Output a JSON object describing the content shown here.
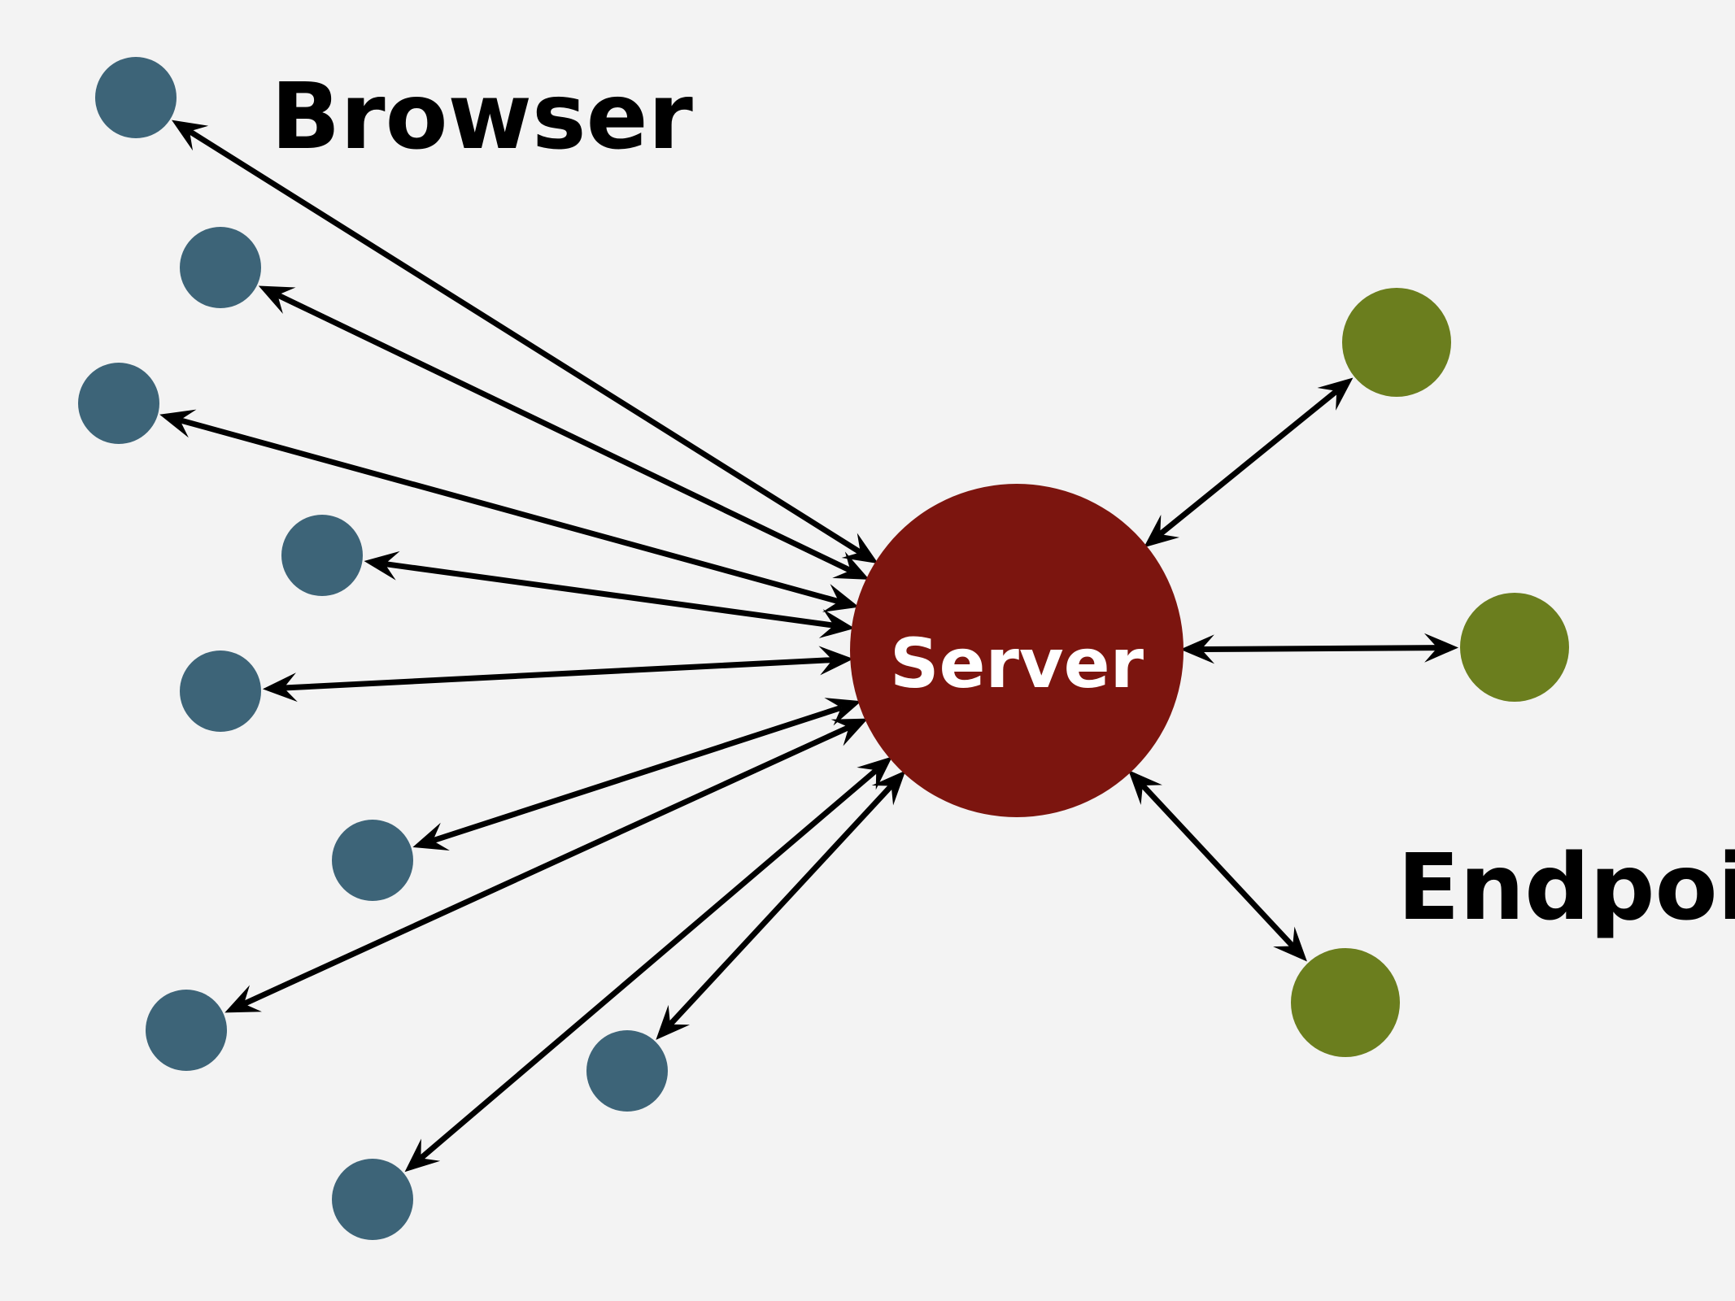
{
  "labels": {
    "browser": "Browser",
    "endpoint": "Endpoint",
    "server": "Server"
  },
  "colors": {
    "background": "#f3f3f3",
    "browser_node": "#3d6478",
    "endpoint_node": "#6b7e1e",
    "server_node": "#7c150f",
    "edge": "#000000",
    "server_text": "#ffffff",
    "label_text": "#000000"
  },
  "nodes": {
    "server": {
      "type": "server"
    },
    "browsers": [
      {
        "id": "browser-1"
      },
      {
        "id": "browser-2"
      },
      {
        "id": "browser-3"
      },
      {
        "id": "browser-4"
      },
      {
        "id": "browser-5"
      },
      {
        "id": "browser-6"
      },
      {
        "id": "browser-7"
      },
      {
        "id": "browser-8"
      },
      {
        "id": "browser-9"
      }
    ],
    "endpoints": [
      {
        "id": "endpoint-1"
      },
      {
        "id": "endpoint-2"
      },
      {
        "id": "endpoint-3"
      }
    ]
  },
  "edges": [
    {
      "from": "server",
      "to": "browser-1",
      "direction": "bidirectional"
    },
    {
      "from": "server",
      "to": "browser-2",
      "direction": "bidirectional"
    },
    {
      "from": "server",
      "to": "browser-3",
      "direction": "bidirectional"
    },
    {
      "from": "server",
      "to": "browser-4",
      "direction": "bidirectional"
    },
    {
      "from": "server",
      "to": "browser-5",
      "direction": "bidirectional"
    },
    {
      "from": "server",
      "to": "browser-6",
      "direction": "bidirectional"
    },
    {
      "from": "server",
      "to": "browser-7",
      "direction": "bidirectional"
    },
    {
      "from": "server",
      "to": "browser-8",
      "direction": "bidirectional"
    },
    {
      "from": "server",
      "to": "browser-9",
      "direction": "bidirectional"
    },
    {
      "from": "server",
      "to": "endpoint-1",
      "direction": "bidirectional"
    },
    {
      "from": "server",
      "to": "endpoint-2",
      "direction": "bidirectional"
    },
    {
      "from": "server",
      "to": "endpoint-3",
      "direction": "bidirectional"
    }
  ]
}
